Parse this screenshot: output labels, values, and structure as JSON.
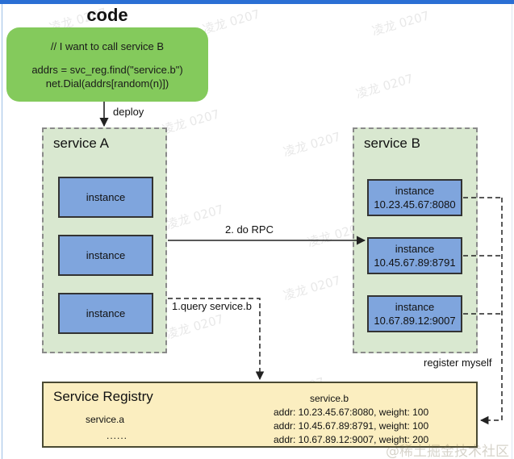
{
  "diagram": {
    "title": "code",
    "code_block": {
      "comment": "// I want to call service B",
      "line1": "addrs = svc_reg.find(\"service.b\")",
      "line2": "net.Dial(addrs[random(n)])"
    },
    "edges": {
      "deploy": "deploy",
      "do_rpc": "2. do RPC",
      "query": "1.query service.b",
      "register": "register myself"
    },
    "service_a": {
      "label": "service A",
      "instances": [
        {
          "name": "instance",
          "addr": ""
        },
        {
          "name": "instance",
          "addr": ""
        },
        {
          "name": "instance",
          "addr": ""
        }
      ]
    },
    "service_b": {
      "label": "service B",
      "instances": [
        {
          "name": "instance",
          "addr": "10.23.45.67:8080"
        },
        {
          "name": "instance",
          "addr": "10.45.67.89:8791"
        },
        {
          "name": "instance",
          "addr": "10.67.89.12:9007"
        }
      ]
    },
    "registry": {
      "title": "Service Registry",
      "service_a_entry": "service.a",
      "service_a_dots": "......",
      "service_b_entry": "service.b",
      "service_b_addrs": [
        "addr: 10.23.45.67:8080, weight: 100",
        "addr: 10.45.67.89:8791, weight: 100",
        "addr: 10.67.89.12:9007, weight: 200"
      ]
    },
    "watermarks": {
      "repeat_text": "凌龙 0207",
      "corner_text": "@稀土掘金技术社区"
    },
    "colors": {
      "code_green": "#84ca5c",
      "service_green": "#d9e8d0",
      "instance_blue": "#7fa5dd",
      "registry_yellow": "#fbeec0",
      "top_bar_blue": "#2a6fd4"
    }
  }
}
